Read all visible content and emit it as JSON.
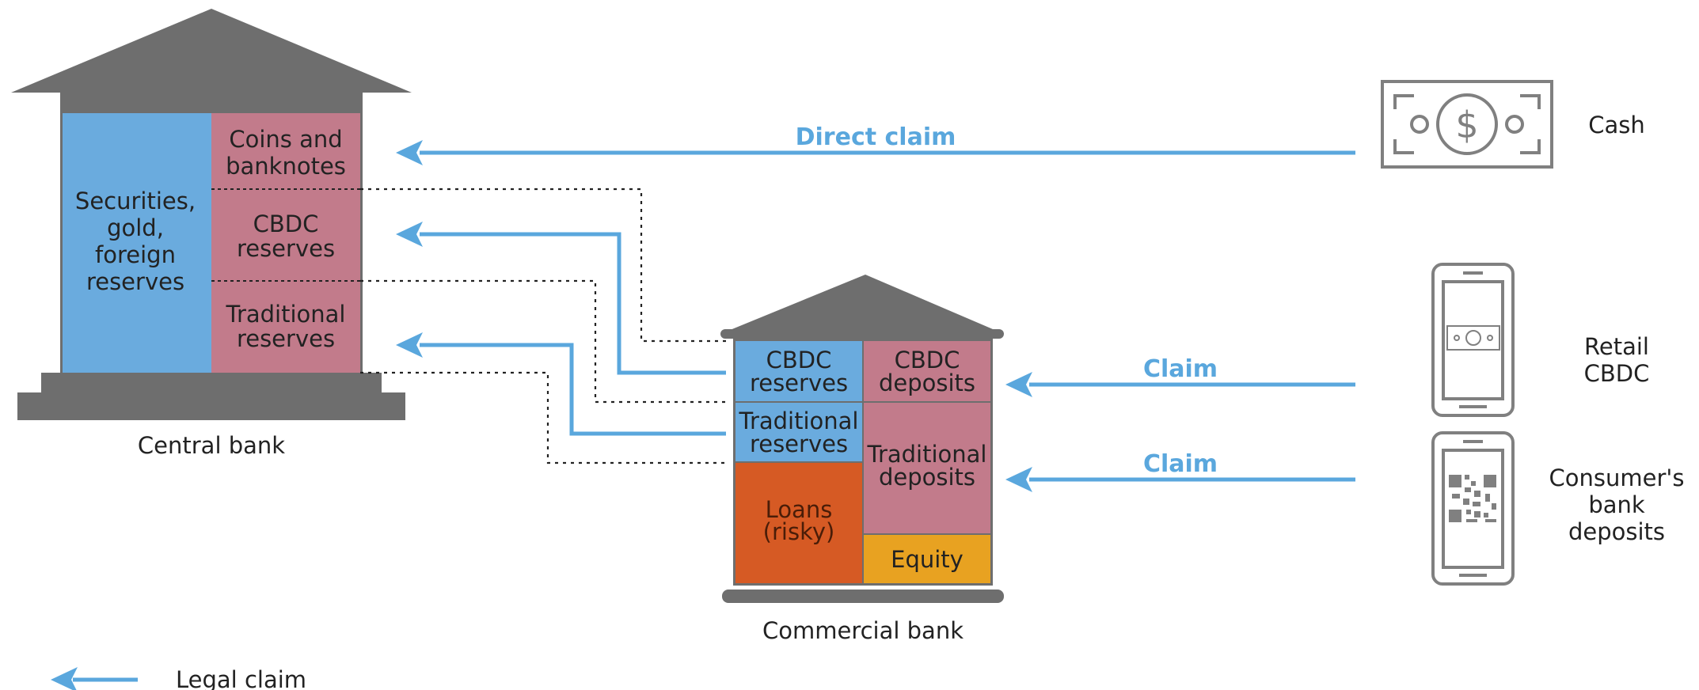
{
  "colors": {
    "building": "#6e6e6e",
    "blue": "#6aabde",
    "pink": "#c27b8b",
    "orange": "#d65a24",
    "gold": "#e8a221",
    "arrow": "#5aa7dd",
    "icon": "#808080"
  },
  "central_bank": {
    "label": "Central bank",
    "assets": [
      "Securities,",
      "gold,",
      "foreign",
      "reserves"
    ],
    "coins": [
      "Coins and",
      "banknotes"
    ],
    "cbdc": [
      "CBDC",
      "reserves"
    ],
    "traditional": [
      "Traditional",
      "reserves"
    ]
  },
  "commercial_bank": {
    "label": "Commercial bank",
    "cbdc_reserves": [
      "CBDC",
      "reserves"
    ],
    "traditional_reserves": [
      "Traditional",
      "reserves"
    ],
    "loans": [
      "Loans",
      "(risky)"
    ],
    "cbdc_deposits": [
      "CBDC",
      "deposits"
    ],
    "traditional_deposits": [
      "Traditional",
      "deposits"
    ],
    "equity": "Equity"
  },
  "arrows": {
    "direct_claim": "Direct claim",
    "claim_cbdc": "Claim",
    "claim_deposits": "Claim"
  },
  "right": {
    "cash": "Cash",
    "retail": [
      "Retail",
      "CBDC"
    ],
    "consumer": [
      "Consumer's",
      "bank",
      "deposits"
    ],
    "icons": [
      "banknote-icon",
      "smartphone-banknote-icon",
      "smartphone-qr-icon"
    ]
  },
  "legend": {
    "label": "Legal claim"
  }
}
